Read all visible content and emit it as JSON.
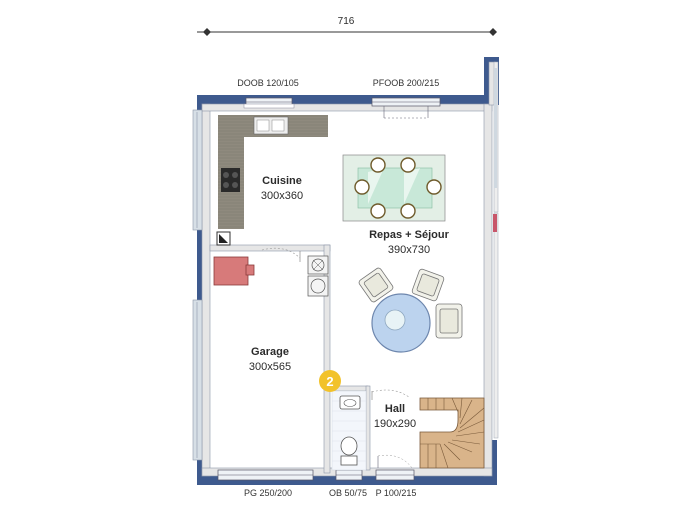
{
  "total_width": "716",
  "openings": {
    "doob": "DOOB 120/105",
    "pfoob": "PFOOB 200/215",
    "pg": "PG 250/200",
    "ob": "OB 50/75",
    "p": "P 100/215"
  },
  "rooms": {
    "cuisine": {
      "name": "Cuisine",
      "dims": "300x360"
    },
    "sejour": {
      "name": "Repas + Séjour",
      "dims": "390x730"
    },
    "garage": {
      "name": "Garage",
      "dims": "300x565"
    },
    "hall": {
      "name": "Hall",
      "dims": "190x290"
    }
  },
  "marker": {
    "number": "2"
  },
  "colors": {
    "wall_fill": "#e6e6e6",
    "wall_outline": "#2f4a7a",
    "exterior_wall": "#3e5a8e",
    "counter": "#8f8a7e",
    "marker": "#f2c22a",
    "stair": "#d9b48a",
    "table_glass": "#e6f0ea",
    "round_table": "#bcd3ee",
    "red_box": "#d77a7a"
  }
}
